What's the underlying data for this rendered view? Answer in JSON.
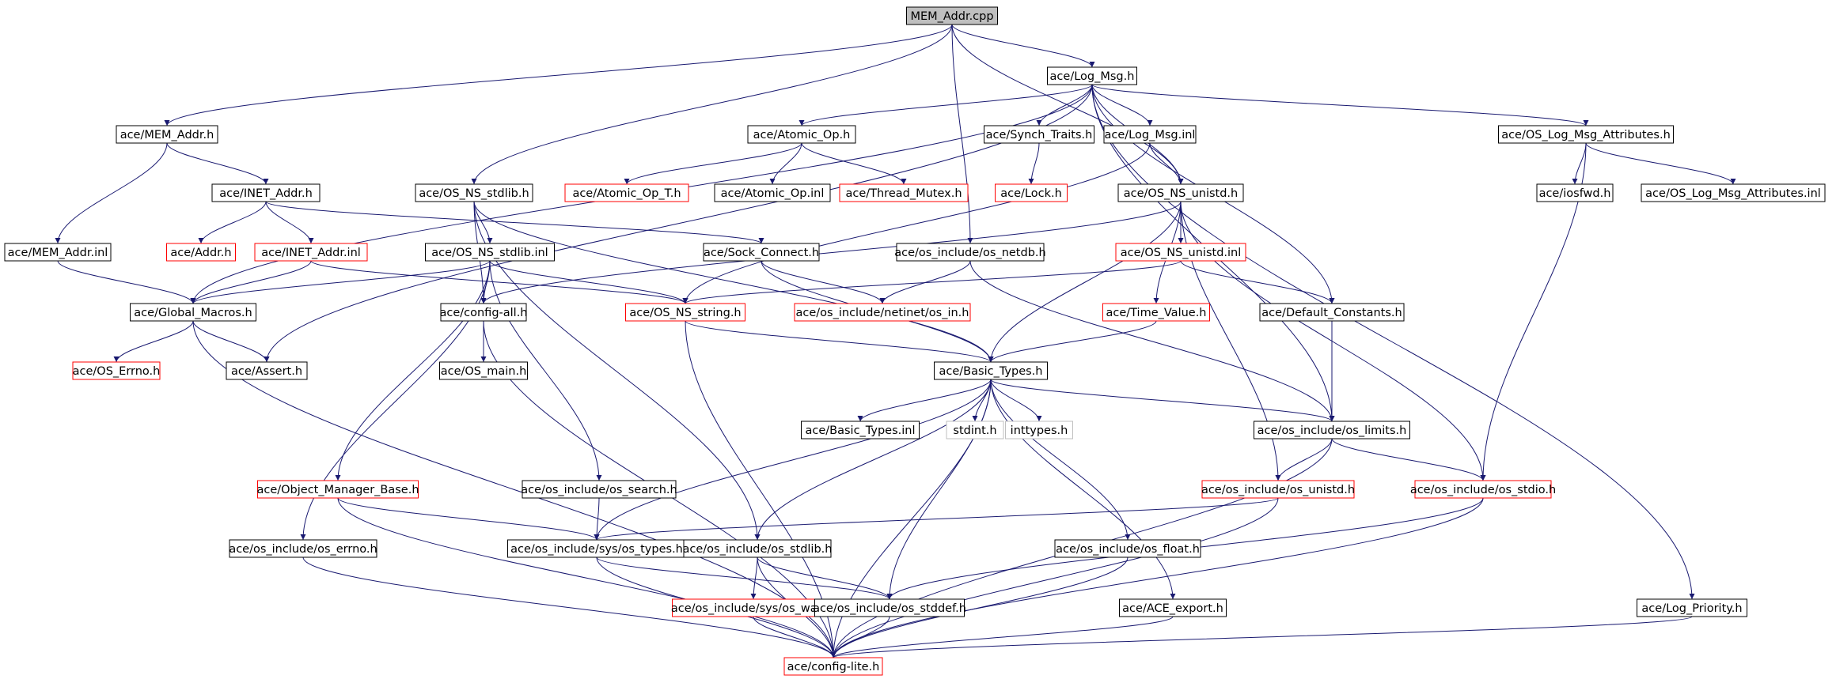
{
  "colors": {
    "edge": "#191970",
    "normal_border": "#000000",
    "truncated_border": "#ff0000",
    "external_border": "#bfbfbf",
    "root_fill": "#bfbfbf",
    "node_fill": "#ffffff",
    "text": "#000000"
  },
  "nodes": [
    {
      "id": "mem_addr_cpp",
      "label": "MEM_Addr.cpp",
      "style": "root"
    },
    {
      "id": "log_msg_h",
      "label": "ace/Log_Msg.h",
      "style": "normal"
    },
    {
      "id": "mem_addr_h",
      "label": "ace/MEM_Addr.h",
      "style": "normal"
    },
    {
      "id": "atomic_op_h",
      "label": "ace/Atomic_Op.h",
      "style": "normal"
    },
    {
      "id": "synch_traits_h",
      "label": "ace/Synch_Traits.h",
      "style": "normal"
    },
    {
      "id": "log_msg_inl",
      "label": "ace/Log_Msg.inl",
      "style": "normal"
    },
    {
      "id": "os_log_msg_attr_h",
      "label": "ace/OS_Log_Msg_Attributes.h",
      "style": "normal"
    },
    {
      "id": "inet_addr_h",
      "label": "ace/INET_Addr.h",
      "style": "normal"
    },
    {
      "id": "os_ns_stdlib_h",
      "label": "ace/OS_NS_stdlib.h",
      "style": "normal"
    },
    {
      "id": "atomic_op_t_h",
      "label": "ace/Atomic_Op_T.h",
      "style": "truncated"
    },
    {
      "id": "atomic_op_inl",
      "label": "ace/Atomic_Op.inl",
      "style": "normal"
    },
    {
      "id": "thread_mutex_h",
      "label": "ace/Thread_Mutex.h",
      "style": "truncated"
    },
    {
      "id": "lock_h",
      "label": "ace/Lock.h",
      "style": "truncated"
    },
    {
      "id": "os_ns_unistd_h",
      "label": "ace/OS_NS_unistd.h",
      "style": "normal"
    },
    {
      "id": "iosfwd_h",
      "label": "ace/iosfwd.h",
      "style": "normal"
    },
    {
      "id": "os_log_msg_attr_inl",
      "label": "ace/OS_Log_Msg_Attributes.inl",
      "style": "normal"
    },
    {
      "id": "mem_addr_inl",
      "label": "ace/MEM_Addr.inl",
      "style": "normal"
    },
    {
      "id": "addr_h",
      "label": "ace/Addr.h",
      "style": "truncated"
    },
    {
      "id": "inet_addr_inl",
      "label": "ace/INET_Addr.inl",
      "style": "truncated"
    },
    {
      "id": "os_ns_stdlib_inl",
      "label": "ace/OS_NS_stdlib.inl",
      "style": "normal"
    },
    {
      "id": "sock_connect_h",
      "label": "ace/Sock_Connect.h",
      "style": "normal"
    },
    {
      "id": "os_netdb_h",
      "label": "ace/os_include/os_netdb.h",
      "style": "normal"
    },
    {
      "id": "os_ns_unistd_inl",
      "label": "ace/OS_NS_unistd.inl",
      "style": "truncated"
    },
    {
      "id": "global_macros_h",
      "label": "ace/Global_Macros.h",
      "style": "normal"
    },
    {
      "id": "config_all_h",
      "label": "ace/config-all.h",
      "style": "normal"
    },
    {
      "id": "os_ns_string_h",
      "label": "ace/OS_NS_string.h",
      "style": "truncated"
    },
    {
      "id": "os_in_h",
      "label": "ace/os_include/netinet/os_in.h",
      "style": "truncated"
    },
    {
      "id": "time_value_h",
      "label": "ace/Time_Value.h",
      "style": "truncated"
    },
    {
      "id": "default_constants_h",
      "label": "ace/Default_Constants.h",
      "style": "normal"
    },
    {
      "id": "os_errno_h",
      "label": "ace/OS_Errno.h",
      "style": "truncated"
    },
    {
      "id": "assert_h",
      "label": "ace/Assert.h",
      "style": "normal"
    },
    {
      "id": "os_main_h",
      "label": "ace/OS_main.h",
      "style": "normal"
    },
    {
      "id": "basic_types_h",
      "label": "ace/Basic_Types.h",
      "style": "normal"
    },
    {
      "id": "basic_types_inl",
      "label": "ace/Basic_Types.inl",
      "style": "normal"
    },
    {
      "id": "stdint_h",
      "label": "stdint.h",
      "style": "external"
    },
    {
      "id": "inttypes_h",
      "label": "inttypes.h",
      "style": "external"
    },
    {
      "id": "os_limits_h",
      "label": "ace/os_include/os_limits.h",
      "style": "normal"
    },
    {
      "id": "object_manager_base_h",
      "label": "ace/Object_Manager_Base.h",
      "style": "truncated"
    },
    {
      "id": "os_search_h",
      "label": "ace/os_include/os_search.h",
      "style": "normal"
    },
    {
      "id": "os_unistd_h",
      "label": "ace/os_include/os_unistd.h",
      "style": "truncated"
    },
    {
      "id": "os_stdio_h",
      "label": "ace/os_include/os_stdio.h",
      "style": "truncated"
    },
    {
      "id": "os_errno_inc_h",
      "label": "ace/os_include/os_errno.h",
      "style": "normal"
    },
    {
      "id": "sys_os_types_h",
      "label": "ace/os_include/sys/os_types.h",
      "style": "normal"
    },
    {
      "id": "os_stdlib_inc_h",
      "label": "ace/os_include/os_stdlib.h",
      "style": "normal"
    },
    {
      "id": "os_float_h",
      "label": "ace/os_include/os_float.h",
      "style": "normal"
    },
    {
      "id": "sys_os_wait_h",
      "label": "ace/os_include/sys/os_wait.h",
      "style": "truncated"
    },
    {
      "id": "os_stddef_h",
      "label": "ace/os_include/os_stddef.h",
      "style": "normal"
    },
    {
      "id": "ace_export_h",
      "label": "ace/ACE_export.h",
      "style": "normal"
    },
    {
      "id": "log_priority_h",
      "label": "ace/Log_Priority.h",
      "style": "normal"
    },
    {
      "id": "config_lite_h",
      "label": "ace/config-lite.h",
      "style": "truncated"
    }
  ],
  "edges": [
    [
      "mem_addr_cpp",
      "log_msg_h"
    ],
    [
      "mem_addr_cpp",
      "mem_addr_h"
    ],
    [
      "mem_addr_cpp",
      "os_ns_stdlib_h"
    ],
    [
      "mem_addr_cpp",
      "os_netdb_h"
    ],
    [
      "mem_addr_cpp",
      "os_ns_unistd_h"
    ],
    [
      "log_msg_h",
      "atomic_op_h"
    ],
    [
      "log_msg_h",
      "synch_traits_h"
    ],
    [
      "log_msg_h",
      "log_msg_inl"
    ],
    [
      "log_msg_h",
      "os_log_msg_attr_h"
    ],
    [
      "log_msg_h",
      "global_macros_h"
    ],
    [
      "log_msg_h",
      "assert_h"
    ],
    [
      "log_msg_h",
      "default_constants_h"
    ],
    [
      "log_msg_h",
      "os_limits_h"
    ],
    [
      "log_msg_h",
      "log_priority_h"
    ],
    [
      "log_msg_h",
      "os_ns_unistd_h"
    ],
    [
      "mem_addr_h",
      "inet_addr_h"
    ],
    [
      "mem_addr_h",
      "mem_addr_inl"
    ],
    [
      "atomic_op_h",
      "atomic_op_t_h"
    ],
    [
      "atomic_op_h",
      "atomic_op_inl"
    ],
    [
      "atomic_op_h",
      "thread_mutex_h"
    ],
    [
      "synch_traits_h",
      "lock_h"
    ],
    [
      "log_msg_inl",
      "os_ns_unistd_h"
    ],
    [
      "log_msg_inl",
      "os_ns_string_h"
    ],
    [
      "os_log_msg_attr_h",
      "iosfwd_h"
    ],
    [
      "os_log_msg_attr_h",
      "os_log_msg_attr_inl"
    ],
    [
      "os_log_msg_attr_h",
      "os_stdio_h"
    ],
    [
      "inet_addr_h",
      "addr_h"
    ],
    [
      "inet_addr_h",
      "inet_addr_inl"
    ],
    [
      "inet_addr_h",
      "sock_connect_h"
    ],
    [
      "os_ns_stdlib_h",
      "os_ns_stdlib_inl"
    ],
    [
      "os_ns_stdlib_h",
      "config_all_h"
    ],
    [
      "os_ns_stdlib_h",
      "basic_types_h"
    ],
    [
      "os_ns_stdlib_h",
      "os_stdlib_inc_h"
    ],
    [
      "os_ns_unistd_h",
      "os_ns_unistd_inl"
    ],
    [
      "os_ns_unistd_h",
      "time_value_h"
    ],
    [
      "os_ns_unistd_h",
      "basic_types_h"
    ],
    [
      "os_ns_unistd_h",
      "config_all_h"
    ],
    [
      "os_ns_unistd_h",
      "os_unistd_h"
    ],
    [
      "os_ns_unistd_h",
      "os_stdio_h"
    ],
    [
      "mem_addr_inl",
      "global_macros_h"
    ],
    [
      "inet_addr_inl",
      "global_macros_h"
    ],
    [
      "inet_addr_inl",
      "os_ns_string_h"
    ],
    [
      "os_ns_stdlib_inl",
      "global_macros_h"
    ],
    [
      "os_ns_stdlib_inl",
      "config_all_h"
    ],
    [
      "os_ns_stdlib_inl",
      "os_ns_string_h"
    ],
    [
      "os_ns_stdlib_inl",
      "object_manager_base_h"
    ],
    [
      "os_ns_stdlib_inl",
      "os_search_h"
    ],
    [
      "os_ns_stdlib_inl",
      "os_errno_inc_h"
    ],
    [
      "sock_connect_h",
      "os_in_h"
    ],
    [
      "sock_connect_h",
      "basic_types_h"
    ],
    [
      "os_netdb_h",
      "os_in_h"
    ],
    [
      "os_netdb_h",
      "os_limits_h"
    ],
    [
      "os_ns_unistd_inl",
      "os_ns_string_h"
    ],
    [
      "os_ns_unistd_inl",
      "default_constants_h"
    ],
    [
      "global_macros_h",
      "os_errno_h"
    ],
    [
      "global_macros_h",
      "assert_h"
    ],
    [
      "global_macros_h",
      "config_lite_h"
    ],
    [
      "config_all_h",
      "os_main_h"
    ],
    [
      "config_all_h",
      "config_lite_h"
    ],
    [
      "os_ns_string_h",
      "basic_types_h"
    ],
    [
      "os_ns_string_h",
      "config_lite_h"
    ],
    [
      "time_value_h",
      "basic_types_h"
    ],
    [
      "default_constants_h",
      "os_limits_h"
    ],
    [
      "basic_types_h",
      "basic_types_inl"
    ],
    [
      "basic_types_h",
      "stdint_h"
    ],
    [
      "basic_types_h",
      "inttypes_h"
    ],
    [
      "basic_types_h",
      "os_limits_h"
    ],
    [
      "basic_types_h",
      "sys_os_types_h"
    ],
    [
      "basic_types_h",
      "os_stdlib_inc_h"
    ],
    [
      "basic_types_h",
      "os_stddef_h"
    ],
    [
      "basic_types_h",
      "os_float_h"
    ],
    [
      "basic_types_h",
      "ace_export_h"
    ],
    [
      "basic_types_h",
      "config_lite_h"
    ],
    [
      "os_limits_h",
      "os_unistd_h"
    ],
    [
      "os_limits_h",
      "os_stdio_h"
    ],
    [
      "os_limits_h",
      "config_lite_h"
    ],
    [
      "object_manager_base_h",
      "sys_os_types_h"
    ],
    [
      "object_manager_base_h",
      "config_lite_h"
    ],
    [
      "os_search_h",
      "sys_os_types_h"
    ],
    [
      "os_unistd_h",
      "sys_os_types_h"
    ],
    [
      "os_unistd_h",
      "config_lite_h"
    ],
    [
      "os_stdio_h",
      "os_stddef_h"
    ],
    [
      "os_stdio_h",
      "config_lite_h"
    ],
    [
      "os_errno_inc_h",
      "config_lite_h"
    ],
    [
      "sys_os_types_h",
      "os_stddef_h"
    ],
    [
      "sys_os_types_h",
      "config_lite_h"
    ],
    [
      "os_stdlib_inc_h",
      "sys_os_wait_h"
    ],
    [
      "os_stdlib_inc_h",
      "os_stddef_h"
    ],
    [
      "os_stdlib_inc_h",
      "config_lite_h"
    ],
    [
      "os_float_h",
      "config_lite_h"
    ],
    [
      "sys_os_wait_h",
      "config_lite_h"
    ],
    [
      "os_stddef_h",
      "config_lite_h"
    ],
    [
      "ace_export_h",
      "config_lite_h"
    ],
    [
      "log_priority_h",
      "config_lite_h"
    ]
  ]
}
